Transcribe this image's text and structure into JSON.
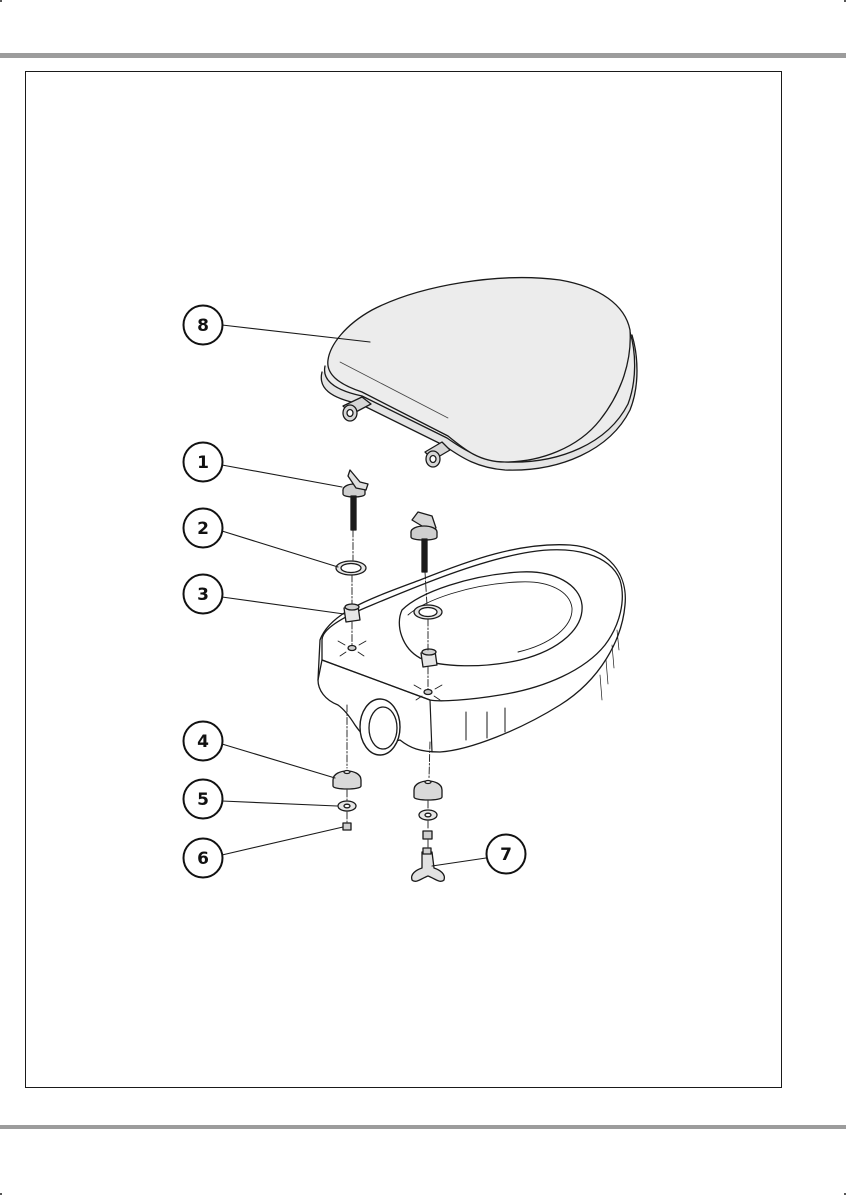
{
  "diagram": {
    "callouts": [
      {
        "id": "callout-8",
        "label": "8"
      },
      {
        "id": "callout-1",
        "label": "1"
      },
      {
        "id": "callout-2",
        "label": "2"
      },
      {
        "id": "callout-3",
        "label": "3"
      },
      {
        "id": "callout-4",
        "label": "4"
      },
      {
        "id": "callout-5",
        "label": "5"
      },
      {
        "id": "callout-6",
        "label": "6"
      },
      {
        "id": "callout-7",
        "label": "7"
      }
    ],
    "colors": {
      "rule": "#9c9c9c",
      "lid_fill": "#ececec",
      "line": "#1a1a1a"
    }
  }
}
